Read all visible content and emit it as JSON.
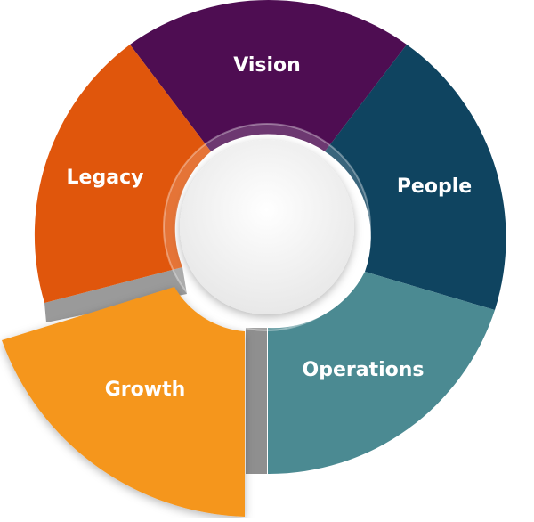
{
  "diagram": {
    "segments": [
      {
        "id": "vision",
        "label": "Vision",
        "color": "#4e0d52"
      },
      {
        "id": "people",
        "label": "People",
        "color": "#0f4460"
      },
      {
        "id": "operations",
        "label": "Operations",
        "color": "#4b8a92"
      },
      {
        "id": "growth",
        "label": "Growth",
        "color": "#f5961e"
      },
      {
        "id": "legacy",
        "label": "Legacy",
        "color": "#e0560c"
      }
    ],
    "highlighted_segment": "growth",
    "hub_color": "#f4f4f4",
    "ring_accent_color": "#b8b8b8"
  }
}
